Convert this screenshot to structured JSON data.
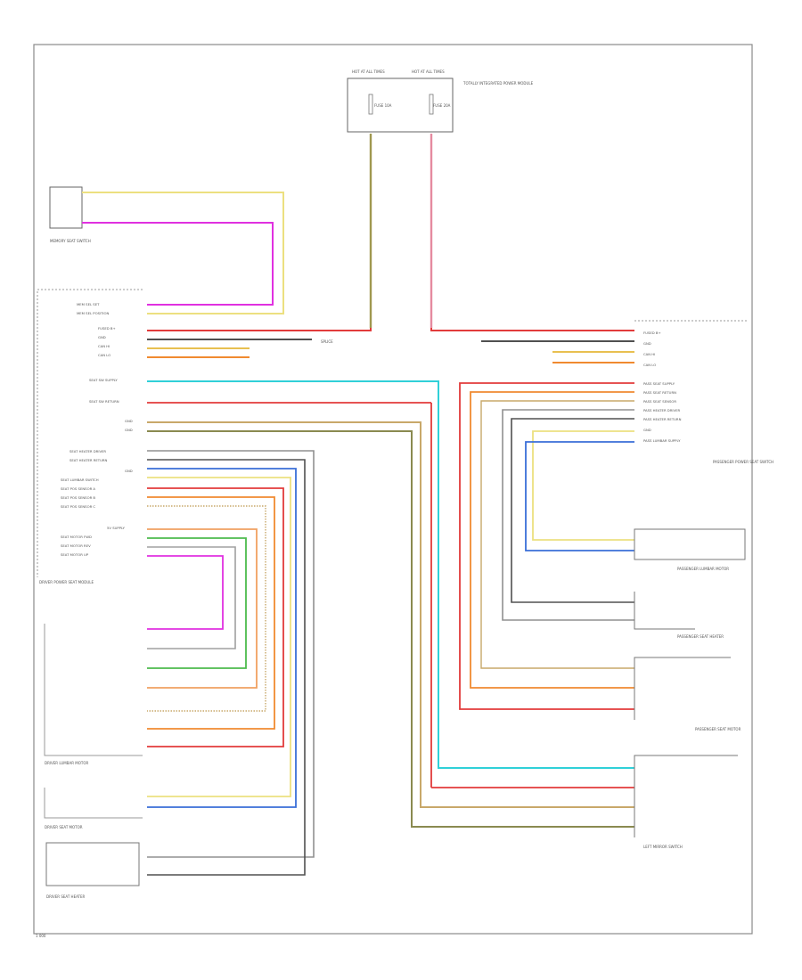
{
  "diagram": {
    "footer_code": "1 000",
    "colors": {
      "frame": "#8a8a8a",
      "wire_red": "#e23b3b",
      "wire_pink": "#e58aa0",
      "wire_orange": "#f08a30",
      "wire_tan": "#c8a86a",
      "wire_yellow": "#ece080",
      "wire_green": "#4dbb4d",
      "wire_blue": "#3a6fd8",
      "wire_cyan": "#30d0d8",
      "wire_magenta": "#e030e0",
      "wire_olive": "#8a8a50",
      "wire_gray": "#909090",
      "wire_dark": "#505050",
      "wire_brown": "#a07050"
    },
    "fuse_box": {
      "label": "TOTALLY INTEGRATED POWER MODULE",
      "fuse_left": "FUSE 10A",
      "fuse_right": "FUSE 20A",
      "hot_left": "HOT AT ALL TIMES",
      "hot_right": "HOT AT ALL TIMES"
    },
    "components": {
      "memory_seat_switch": "MEMORY SEAT SWITCH",
      "driver_module": "DRIVER POWER SEAT MODULE",
      "driver_lumbar_motor": "DRIVER LUMBAR MOTOR",
      "driver_seat_motor": "DRIVER SEAT MOTOR",
      "driver_heater": "DRIVER SEAT HEATER",
      "passenger_module": "PASSENGER POWER SEAT SWITCH",
      "passenger_lumbar_motor": "PASSENGER LUMBAR MOTOR",
      "passenger_seat_heater": "PASSENGER SEAT HEATER",
      "passenger_seat_motor": "PASSENGER SEAT MOTOR",
      "ground_junction": "SPLICE",
      "lh_mirror": "LEFT MIRROR SWITCH"
    },
    "driver_pins": [
      "MEM SEL SET",
      "MEM SEL POSITION",
      "FUSED B+",
      "GND",
      "CAN HI",
      "CAN LO",
      "SEAT SW SUPPLY",
      "SEAT SW RETURN",
      "GND",
      "GND",
      "SEAT HEATER DRIVER",
      "SEAT HEATER RETURN",
      "GND",
      "SEAT LUMBAR SWITCH",
      "SEAT POS SENSOR A",
      "SEAT POS SENSOR B",
      "SEAT POS SENSOR C",
      "5V SUPPLY",
      "SEAT MOTOR FWD",
      "SEAT MOTOR REV",
      "SEAT MOTOR UP"
    ],
    "passenger_pins": [
      "FUSED B+",
      "GND",
      "CAN HI",
      "CAN LO",
      "PASS SEAT SUPPLY",
      "PASS SEAT RETURN",
      "PASS SEAT SENSOR",
      "PASS HEATER DRIVER",
      "PASS HEATER RETURN",
      "GND",
      "PASS LUMBAR SUPPLY"
    ]
  }
}
